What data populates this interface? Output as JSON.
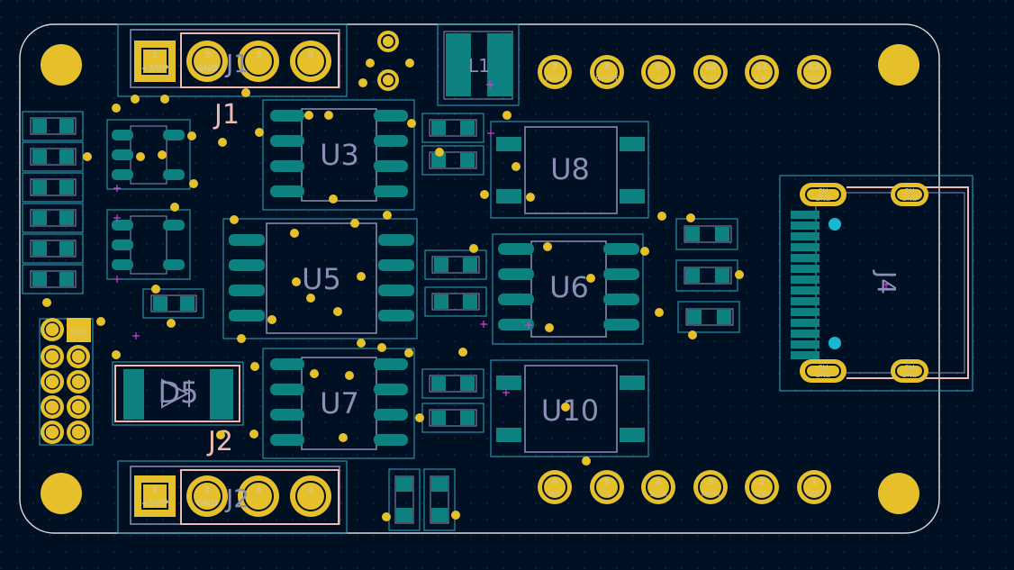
{
  "board": {
    "colors": {
      "background": "#001023",
      "outline": "#d9d9d9",
      "copper_pad": "#e6c02a",
      "smd_pad": "#0d8080",
      "courtyard": "#2ea8c0",
      "silkscreen": "#f2b8b0",
      "fab": "#8c8fb5",
      "marker": "#d040d0"
    },
    "connectors": {
      "j1_top": {
        "silk_ref": "J1",
        "overlay_ref": "J1",
        "pins": [
          {
            "num": "1",
            "name": "+5VP"
          },
          {
            "num": "2",
            "name": "GND"
          },
          {
            "num": "3",
            "name": ""
          },
          {
            "num": "4",
            "name": ""
          }
        ]
      },
      "j2_bottom": {
        "silk_ref": "J2",
        "overlay_ref": "J2",
        "pins": [
          {
            "num": "1",
            "name": "+5VP"
          },
          {
            "num": "2",
            "name": "GND"
          },
          {
            "num": "3",
            "name": ""
          },
          {
            "num": "4",
            "name": ""
          }
        ]
      },
      "header_top": [
        {
          "num": "7",
          "name": "MISO"
        },
        {
          "num": "8",
          "name": "RESET"
        },
        {
          "num": "9",
          "name": "X"
        },
        {
          "num": "10",
          "name": "3.3V"
        },
        {
          "num": "11",
          "name": "3.3V"
        },
        {
          "num": "12",
          "name": "GND"
        }
      ],
      "header_bottom": [
        {
          "num": "6",
          "name": "INT"
        },
        {
          "num": "5",
          "name": "CS"
        },
        {
          "num": "4",
          "name": "SCLK"
        },
        {
          "num": "3",
          "name": "MOSI"
        },
        {
          "num": "2",
          "name": "GND"
        },
        {
          "num": "1",
          "name": "GND"
        }
      ],
      "usb": {
        "ref": "J4",
        "shield_label": "SH",
        "shield_net": "GND"
      }
    },
    "components": {
      "ics": [
        {
          "ref": "U3"
        },
        {
          "ref": "U5"
        },
        {
          "ref": "U6"
        },
        {
          "ref": "U7"
        },
        {
          "ref": "U8"
        },
        {
          "ref": "U10"
        }
      ],
      "diode": {
        "ref": "D5"
      },
      "inductor": {
        "ref": "L1"
      }
    },
    "left_header": {
      "first_pin_label": "GND"
    }
  }
}
